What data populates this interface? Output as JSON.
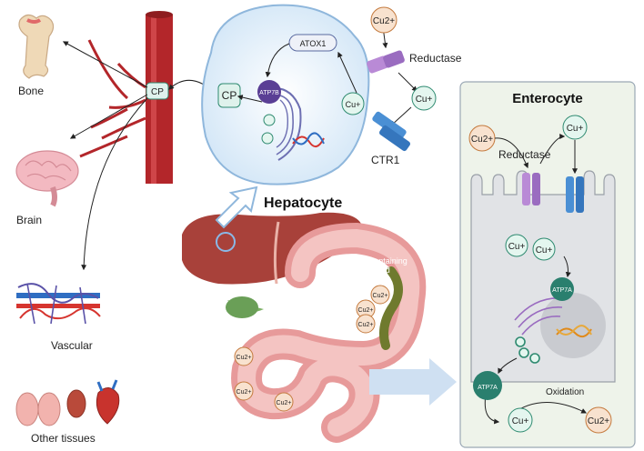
{
  "organs": {
    "bone": "Bone",
    "brain": "Brain",
    "vascular": "Vascular",
    "other": "Other tissues"
  },
  "hepatocyte": {
    "title": "Hepatocyte",
    "atox1": "ATOX1",
    "atp7b": "ATP7B",
    "cp_cell": "CP",
    "cp_vessel": "CP",
    "cu_in": "Cu+",
    "cu_out": "Cu+",
    "cu2": "Cu2+",
    "reductase": "Reductase",
    "ctr1": "CTR1"
  },
  "enterocyte": {
    "title": "Enterocyte",
    "cu2_top": "Cu2+",
    "cu_top": "Cu+",
    "reductase": "Reductase",
    "cu_a": "Cu+",
    "cu_b": "Cu+",
    "atp7a_golgi": "ATP7A",
    "atp7a_base": "ATP7A",
    "oxidation": "Oxidation",
    "cu_bottom": "Cu+",
    "cu2_bottom": "Cu2+"
  },
  "gut": {
    "food_label_1": "Cu-containing",
    "food_label_2": "food",
    "cu2_1": "Cu2+",
    "cu2_2": "Cu2+",
    "cu2_3": "Cu2+",
    "cu2_4": "Cu2+",
    "cu2_5": "Cu2+",
    "cu2_6": "Cu2+"
  },
  "colors": {
    "vessel": "#b3262a",
    "liver": "#a8413a",
    "stomach": "#e79a9a",
    "cu2_fill": "#f8e2cf",
    "cu2_stroke": "#c47a3e",
    "cu1_fill": "#e4f6ef",
    "cu1_stroke": "#2e8a70",
    "reductase": "#b98ad6",
    "ctr1": "#4a8fd4",
    "atp7a": "#2a7f6e",
    "atp7b": "#5a3f95",
    "enterocyte_bg": "#eef3ea"
  }
}
